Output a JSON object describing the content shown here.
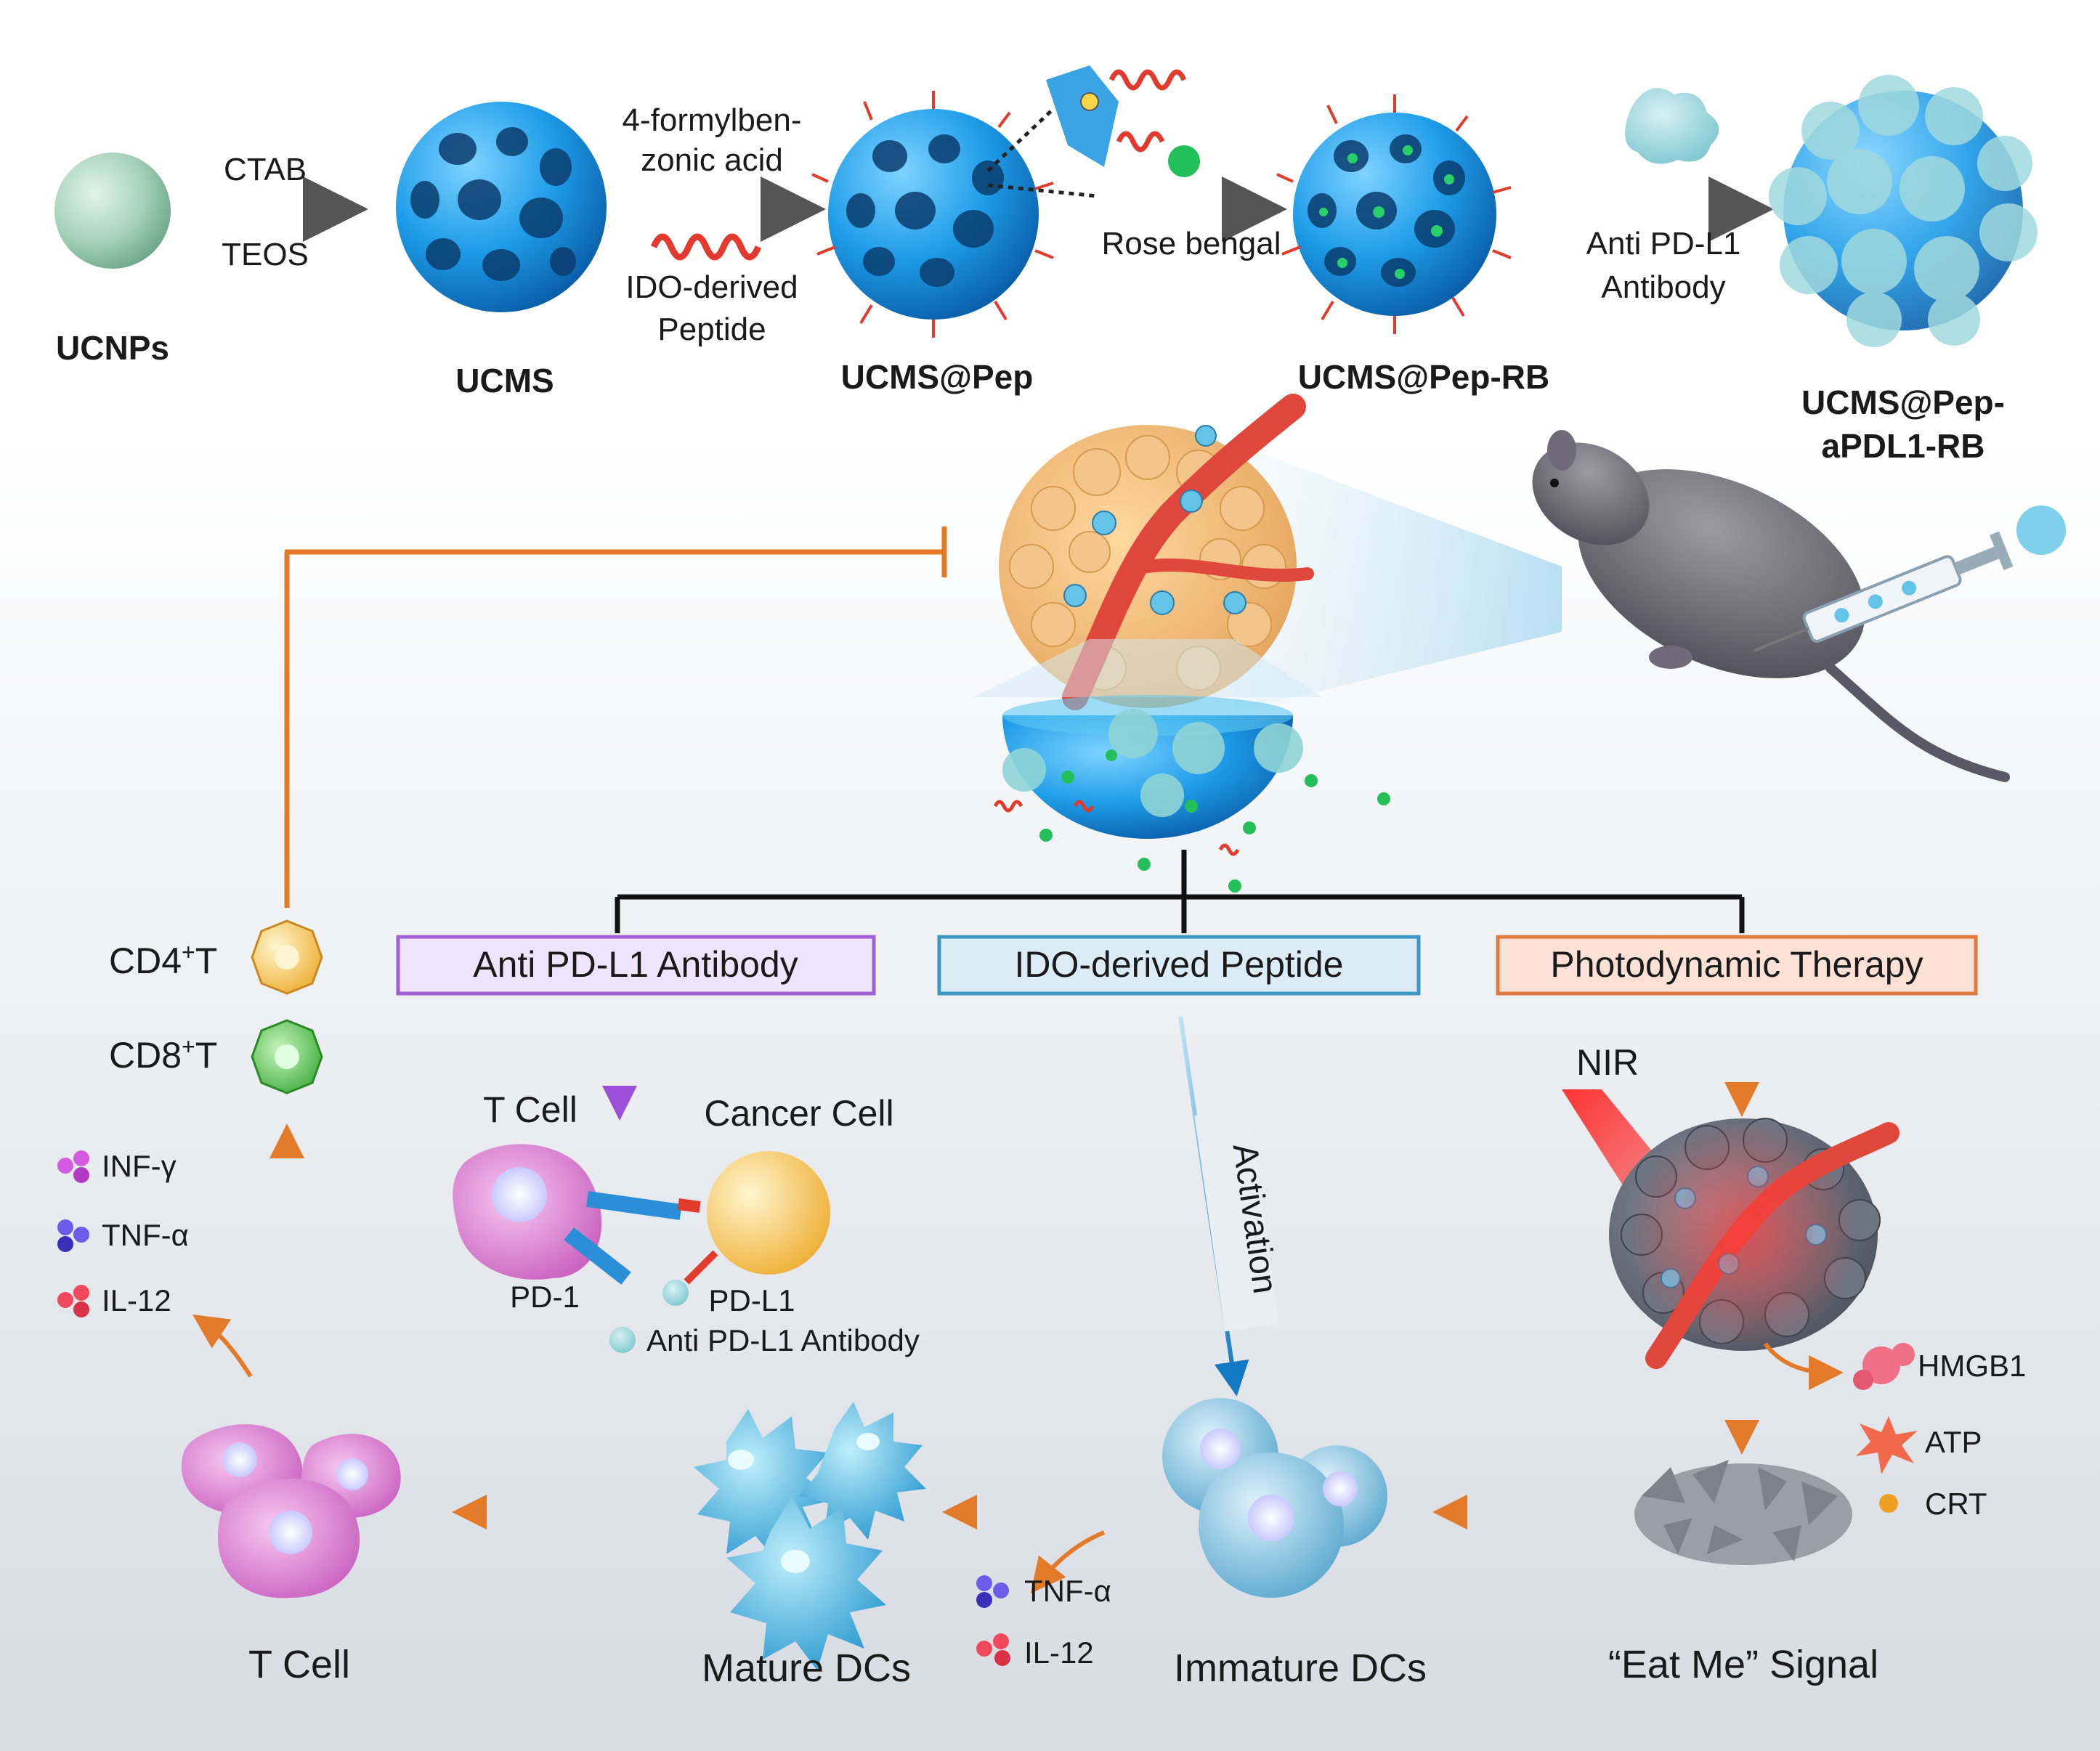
{
  "synthesis": {
    "ucnps": "UCNPs",
    "ucms": "UCMS",
    "ucms_pep": "UCMS@Pep",
    "ucms_pep_rb": "UCMS@Pep-RB",
    "final_line1": "UCMS@Pep-",
    "final_line2": "aPDL1-RB",
    "step1_top": "CTAB",
    "step1_bottom": "TEOS",
    "step2_top1": "4-formylben-",
    "step2_top2": "zonic acid",
    "step2_bottom1": "IDO-derived",
    "step2_bottom2": "Peptide",
    "step3_bottom": "Rose bengal",
    "step4_top": "Anti PD-L1",
    "step4_bottom": "Antibody"
  },
  "mechanisms": {
    "antibody": "Anti PD-L1 Antibody",
    "peptide": "IDO-derived Peptide",
    "pdt": "Photodynamic Therapy"
  },
  "checkpoint": {
    "t_cell": "T Cell",
    "cancer_cell": "Cancer Cell",
    "pd1": "PD-1",
    "pdl1": "PD-L1",
    "antibody": "Anti PD-L1 Antibody"
  },
  "pdt": {
    "nir": "NIR",
    "hmgb1": "HMGB1",
    "atp": "ATP",
    "crt": "CRT",
    "eat_me": "“Eat Me” Signal"
  },
  "activation": "Activation",
  "cells": {
    "immature_dcs": "Immature DCs",
    "mature_dcs": "Mature DCs",
    "t_cell": "T Cell",
    "cd4_base": "CD4",
    "cd8_base": "CD8",
    "sup": "+",
    "t_suffix": "T"
  },
  "cytokines_left": [
    "INF-γ",
    "TNF-α",
    "IL-12"
  ],
  "cytokines_bottom": [
    "TNF-α",
    "IL-12"
  ],
  "colors": {
    "orange": "#e27a2a",
    "antibody_border": "#a05fd6",
    "peptide_border": "#3d97c4",
    "pdt_border": "#e07a3c",
    "antibody_fill": "#eee4fb",
    "peptide_fill": "#dcecf7",
    "pdt_fill": "#fbe1d5"
  }
}
